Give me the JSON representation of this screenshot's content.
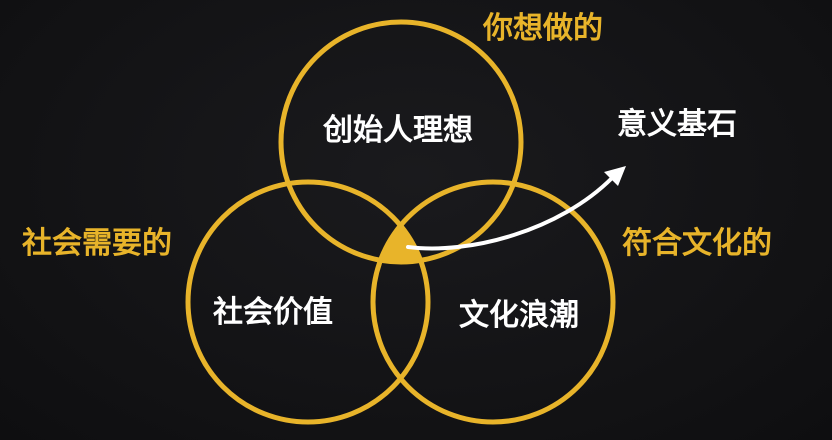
{
  "colors": {
    "background": "#131315",
    "circle_stroke": "#e8b42a",
    "intersection_fill": "#e8b42a",
    "outer_label": "#e8b42a",
    "inner_label": "#ffffff",
    "arrow": "#ffffff"
  },
  "diagram": {
    "type": "venn-3",
    "circles": [
      {
        "id": "top",
        "inner_label": "创始人理想",
        "outer_label": "你想做的"
      },
      {
        "id": "bottom-left",
        "inner_label": "社会价值",
        "outer_label": "社会需要的"
      },
      {
        "id": "bottom-right",
        "inner_label": "文化浪潮",
        "outer_label": "符合文化的"
      }
    ],
    "intersection": {
      "arrow_target_label": "意义基石"
    }
  }
}
